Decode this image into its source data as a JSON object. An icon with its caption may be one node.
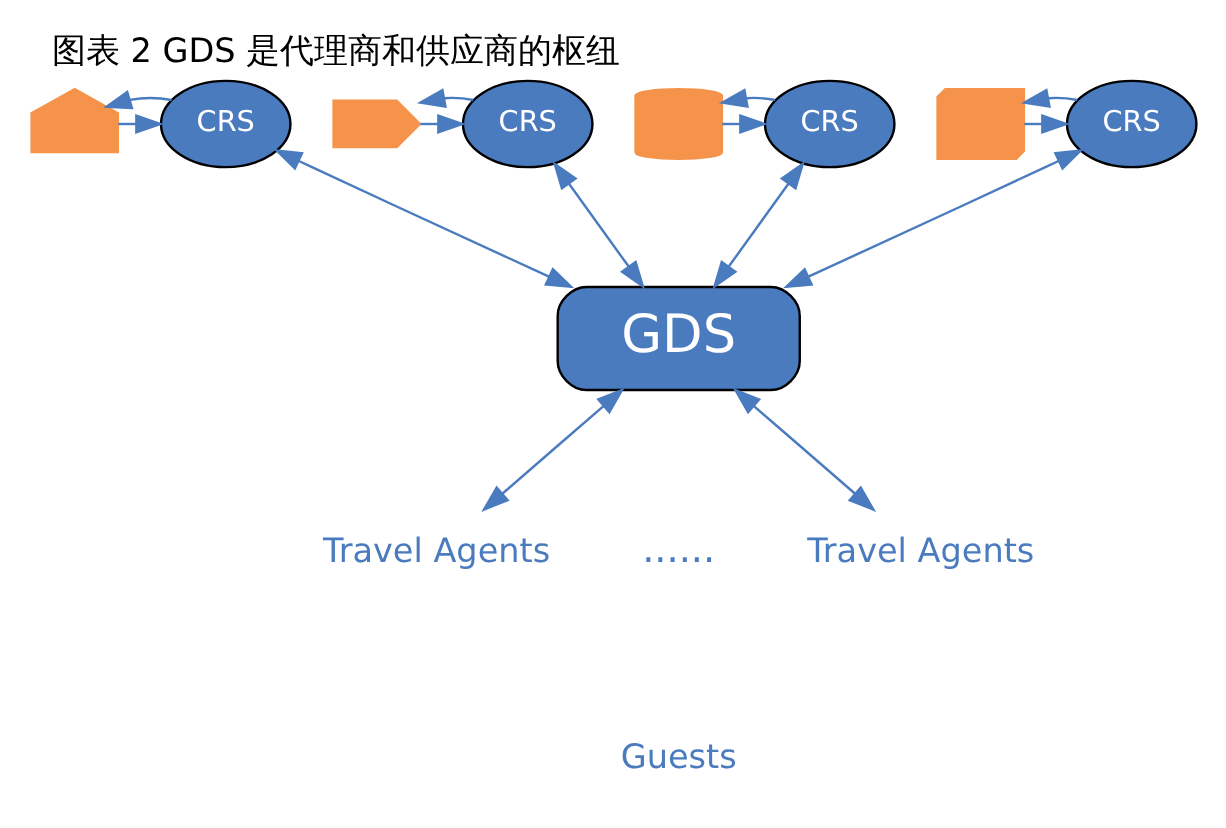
{
  "diagram": {
    "title": "图表 2 GDS 是代理商和供应商的枢纽",
    "nodes": [
      {
        "text": [],
        "shape": "building"
      },
      {
        "text": [
          "CRS"
        ]
      },
      {
        "text": [],
        "shape": "airplane"
      },
      {
        "text": [
          "CRS"
        ]
      },
      {
        "text": [],
        "shape": "coins"
      },
      {
        "text": [
          "CRS"
        ]
      },
      {
        "text": [],
        "shape": "car"
      },
      {
        "text": [
          "CRS"
        ]
      },
      {
        "text": [
          "GDS"
        ]
      },
      {
        "text": [
          "Travel Agents"
        ]
      },
      {
        "text": [
          "Travel Agents"
        ]
      },
      {
        "text": [
          "Guests"
        ]
      }
    ],
    "edges": [
      {
        "from": 0,
        "to": 1,
        "arrow": "to"
      },
      {
        "from": 1,
        "to": 0,
        "arrow": "to"
      },
      {
        "from": 2,
        "to": 3,
        "arrow": "to"
      },
      {
        "from": 3,
        "to": 2,
        "arrow": "to"
      },
      {
        "from": 4,
        "to": 5,
        "arrow": "to"
      },
      {
        "from": 5,
        "to": 4,
        "arrow": "to"
      },
      {
        "from": 6,
        "to": 7,
        "arrow": "to"
      },
      {
        "from": 7,
        "to": 6,
        "arrow": "to"
      },
      {
        "from": 1,
        "to": 8,
        "arrow": "both"
      },
      {
        "from": 3,
        "to": 8,
        "arrow": "both"
      },
      {
        "from": 5,
        "to": 8,
        "arrow": "both"
      },
      {
        "from": 7,
        "to": 8,
        "arrow": "both"
      },
      {
        "from": 8,
        "to": 9,
        "arrow": "both"
      },
      {
        "from": 8,
        "to": 10,
        "arrow": "both"
      }
    ],
    "labels": [
      "......"
    ]
  }
}
